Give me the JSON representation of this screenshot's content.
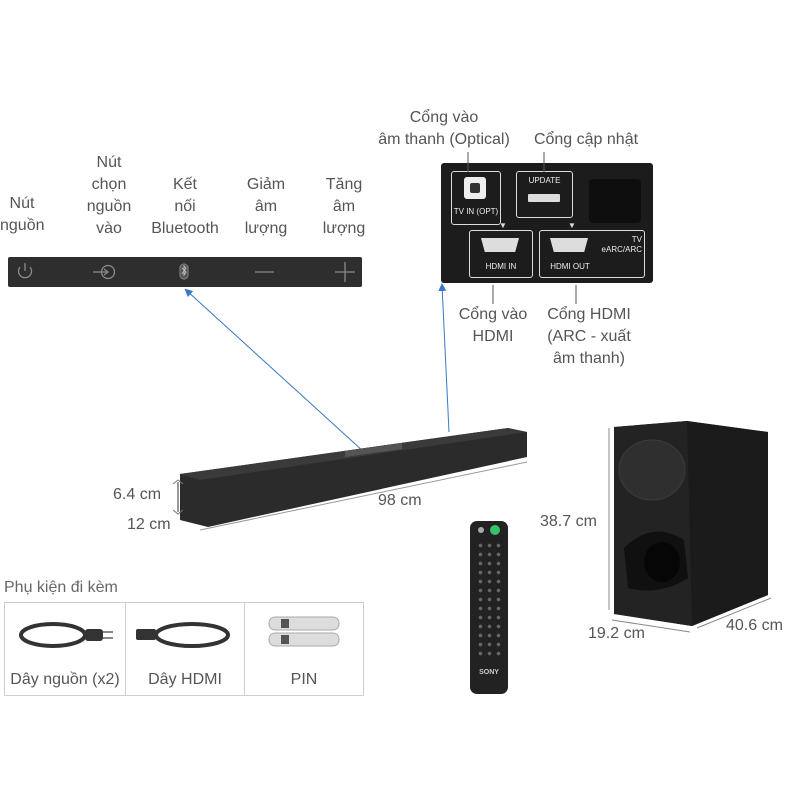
{
  "button_labels": {
    "power": "Nút\nnguồn",
    "input_select": "Nút\nchọn\nnguồn\nvào",
    "bluetooth": "Kết\nnối\nBluetooth",
    "volume_down": "Giảm\nâm\nlượng",
    "volume_up": "Tăng\nâm\nlượng"
  },
  "port_labels": {
    "optical": "Cổng vào\nâm thanh (Optical)",
    "update": "Cổng cập nhật",
    "hdmi_in": "Cổng vào\nHDMI",
    "hdmi_out": "Cổng HDMI\n(ARC - xuất\nâm thanh)"
  },
  "panel_text": {
    "tv_in": "TV IN (OPT)",
    "update": "UPDATE",
    "hdmi_in": "HDMI IN",
    "hdmi_out": "HDMI OUT",
    "tv_earc": "TV\neARC/ARC"
  },
  "soundbar_dims": {
    "height": "6.4 cm",
    "depth": "12 cm",
    "width": "98 cm"
  },
  "subwoofer_dims": {
    "height": "38.7 cm",
    "width": "19.2 cm",
    "depth": "40.6 cm"
  },
  "accessories": {
    "title": "Phụ kiện đi kèm",
    "items": [
      {
        "label": "Dây nguồn (x2)",
        "icon": "power-cable-icon"
      },
      {
        "label": "Dây HDMI",
        "icon": "hdmi-cable-icon"
      },
      {
        "label": "PIN",
        "icon": "battery-icon"
      }
    ]
  },
  "remote": {
    "brand": "SONY"
  },
  "colors": {
    "arrow": "#3a78c8",
    "device": "#2b2b2b",
    "text": "#555555"
  }
}
